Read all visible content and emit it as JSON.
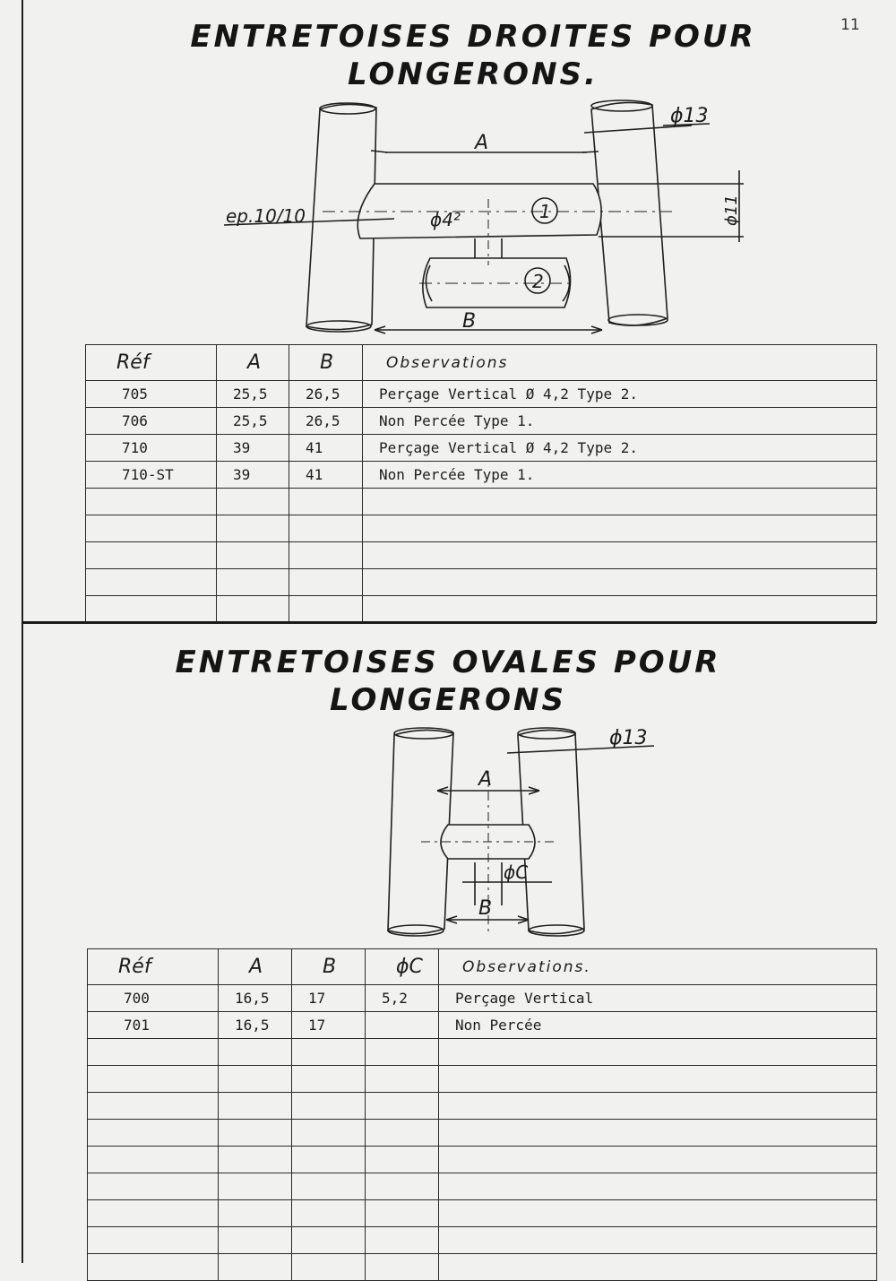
{
  "page_number": "11",
  "section1": {
    "title_line1": "ENTRETOISES DROITES POUR",
    "title_line2": "LONGERONS.",
    "drawing": {
      "label_a": "A",
      "label_b": "B",
      "label_tube_dia": "ϕ13",
      "label_ep": "ep.10/10",
      "label_hole_dia": "ϕ4²",
      "label_height": "ϕ11",
      "marker_1": "1",
      "marker_2": "2"
    },
    "table": {
      "headers": [
        "Réf",
        "A",
        "B",
        "Observations"
      ],
      "rows": [
        [
          "705",
          "25,5",
          "26,5",
          "Perçage Vertical Ø 4,2 Type 2."
        ],
        [
          "706",
          "25,5",
          "26,5",
          "Non Percée Type 1."
        ],
        [
          "710",
          "39",
          "41",
          "Perçage Vertical Ø 4,2 Type 2."
        ],
        [
          "710-ST",
          "39",
          "41",
          "Non Percée Type 1."
        ],
        [
          "",
          "",
          "",
          ""
        ],
        [
          "",
          "",
          "",
          ""
        ],
        [
          "",
          "",
          "",
          ""
        ],
        [
          "",
          "",
          "",
          ""
        ],
        [
          "",
          "",
          "",
          ""
        ]
      ]
    }
  },
  "section2": {
    "title_line1": "ENTRETOISES OVALES POUR",
    "title_line2": "LONGERONS",
    "drawing": {
      "label_a": "A",
      "label_b": "B",
      "label_tube_dia": "ϕ13",
      "label_c": "ϕC"
    },
    "table": {
      "headers": [
        "Réf",
        "A",
        "B",
        "ϕC",
        "Observations."
      ],
      "rows": [
        [
          "700",
          "16,5",
          "17",
          "5,2",
          "Perçage Vertical"
        ],
        [
          "701",
          "16,5",
          "17",
          "",
          "Non Percée"
        ],
        [
          "",
          "",
          "",
          "",
          ""
        ],
        [
          "",
          "",
          "",
          "",
          ""
        ],
        [
          "",
          "",
          "",
          "",
          ""
        ],
        [
          "",
          "",
          "",
          "",
          ""
        ],
        [
          "",
          "",
          "",
          "",
          ""
        ],
        [
          "",
          "",
          "",
          "",
          ""
        ],
        [
          "",
          "",
          "",
          "",
          ""
        ],
        [
          "",
          "",
          "",
          "",
          ""
        ],
        [
          "",
          "",
          "",
          "",
          ""
        ]
      ]
    }
  }
}
